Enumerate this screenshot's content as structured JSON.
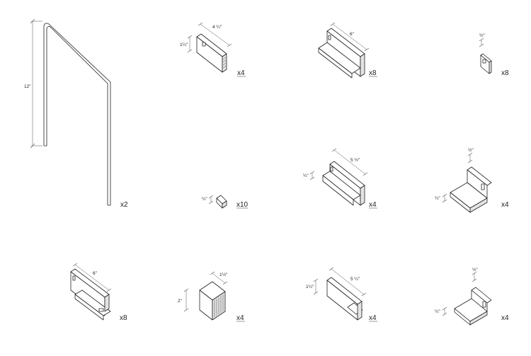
{
  "parts": [
    {
      "id": "wire-rod",
      "quantity": "x2",
      "dimensions": [
        "12\""
      ]
    },
    {
      "id": "small-tab",
      "quantity": "x4",
      "dimensions": [
        "4 ¼\"",
        "1¼\""
      ]
    },
    {
      "id": "long-channel",
      "quantity": "x8",
      "dimensions": [
        "6\""
      ]
    },
    {
      "id": "mini-clip",
      "quantity": "x8",
      "dimensions": [
        "½\""
      ]
    },
    {
      "id": "tiny-connector",
      "quantity": "x10",
      "dimensions": [
        "¼\""
      ]
    },
    {
      "id": "angle-bracket",
      "quantity": "x4",
      "dimensions": [
        "5 ½\"",
        "¼\""
      ]
    },
    {
      "id": "corner-gusset",
      "quantity": "x4",
      "dimensions": [
        "½\"",
        "¼\""
      ]
    },
    {
      "id": "slotted-channel",
      "quantity": "x8",
      "dimensions": [
        "6\""
      ]
    },
    {
      "id": "grooved-block",
      "quantity": "x4",
      "dimensions": [
        "1½\"",
        "2\""
      ]
    },
    {
      "id": "tall-angle",
      "quantity": "x4",
      "dimensions": [
        "5 ¼\"",
        "1¼\""
      ]
    },
    {
      "id": "corner-gusset-b",
      "quantity": "x4",
      "dimensions": [
        "½\"",
        "¼\""
      ]
    }
  ]
}
